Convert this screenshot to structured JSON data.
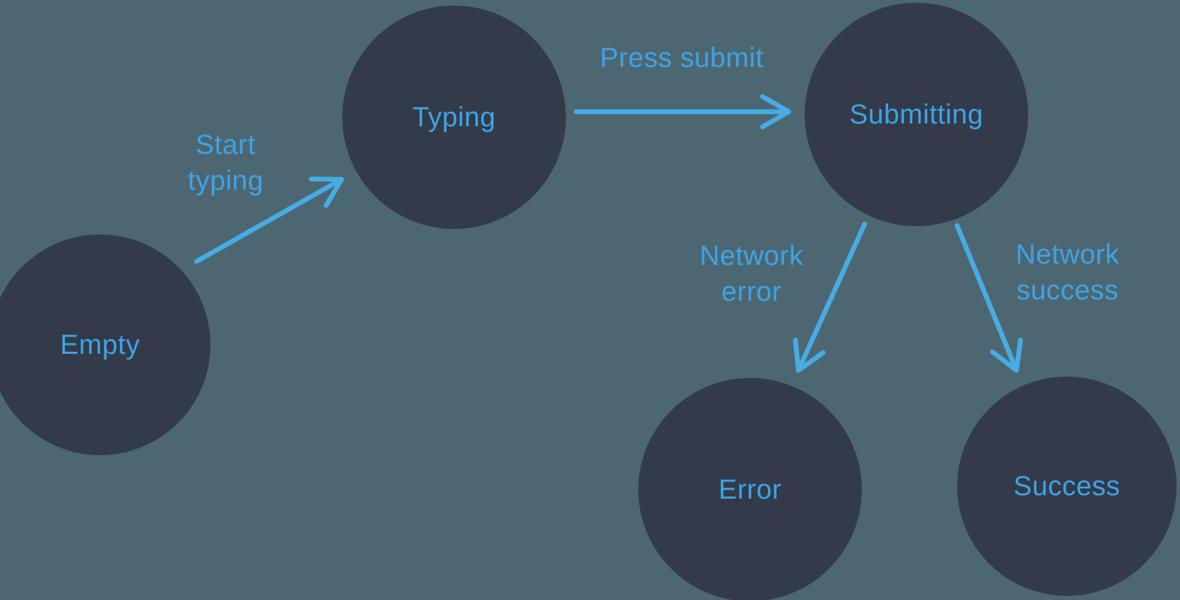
{
  "diagram": {
    "type": "state-machine",
    "nodes": [
      {
        "id": "empty",
        "label": "Empty"
      },
      {
        "id": "typing",
        "label": "Typing"
      },
      {
        "id": "submitting",
        "label": "Submitting"
      },
      {
        "id": "error",
        "label": "Error"
      },
      {
        "id": "success",
        "label": "Success"
      }
    ],
    "edges": [
      {
        "from": "empty",
        "to": "typing",
        "label": "Start\ntyping"
      },
      {
        "from": "typing",
        "to": "submitting",
        "label": "Press submit"
      },
      {
        "from": "submitting",
        "to": "error",
        "label": "Network\nerror"
      },
      {
        "from": "submitting",
        "to": "success",
        "label": "Network\nsuccess"
      }
    ],
    "colors": {
      "background": "#4d6772",
      "node_fill": "#333b4a",
      "accent_blue": "#3ea3e6",
      "arrow_blue": "#47abe4"
    }
  }
}
